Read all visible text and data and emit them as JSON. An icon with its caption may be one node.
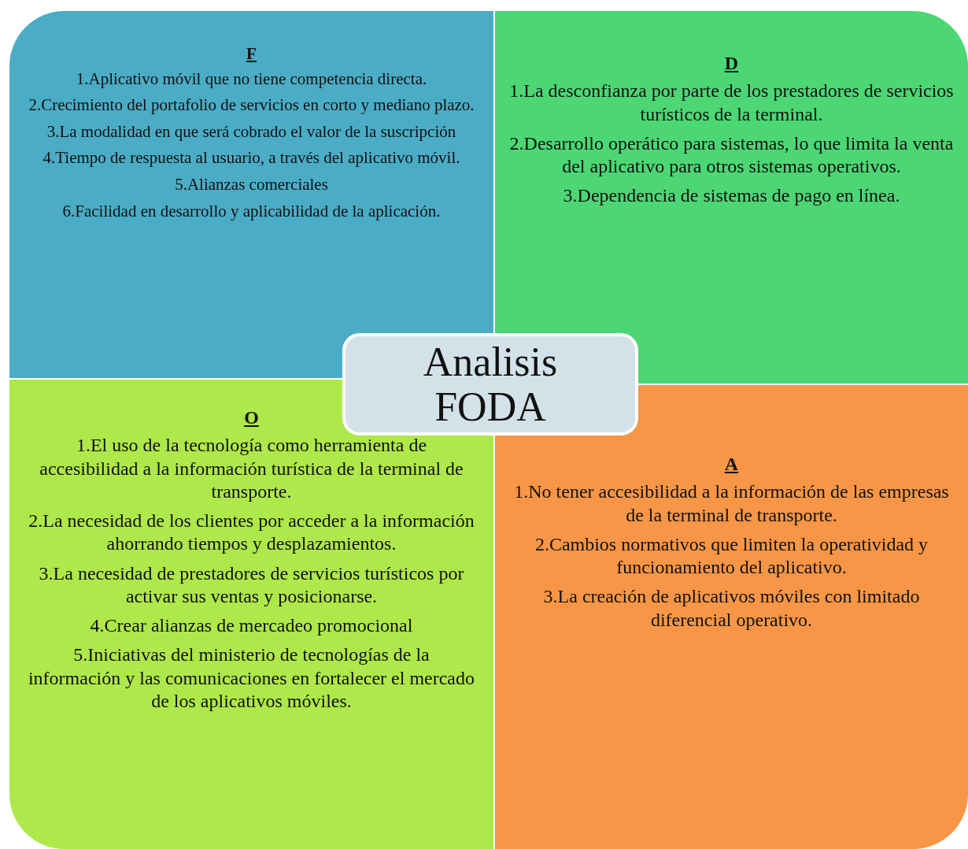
{
  "diagram": {
    "nodes": [
      {
        "text": [
          "F",
          "1.Aplicativo móvil que no tiene competencia directa.",
          "2.Crecimiento del portafolio de servicios en corto y mediano plazo.",
          "3.La modalidad en que será cobrado el valor de la suscripción",
          "4.Tiempo de respuesta al usuario, a través del aplicativo móvil.",
          "5.Alianzas comerciales",
          "6.Facilidad en desarrollo y aplicabilidad de la aplicación."
        ]
      },
      {
        "text": [
          "D",
          "1.La desconfianza por parte de los prestadores de servicios turísticos de la terminal.",
          "2.Desarrollo operático para sistemas, lo que limita la venta del aplicativo para otros sistemas operativos.",
          "3.Dependencia de sistemas de pago en línea."
        ]
      },
      {
        "text": [
          "Analisis FODA"
        ]
      },
      {
        "text": [
          "O",
          "1.El uso de la tecnología como herramienta de accesibilidad a la información turística de la terminal de transporte.",
          "2.La necesidad de los clientes por acceder a la información ahorrando tiempos y desplazamientos.",
          "3.La necesidad de prestadores de servicios turísticos por activar sus ventas y posicionarse.",
          "4.Crear alianzas de mercadeo promocional",
          "5.Iniciativas del ministerio de tecnologías de la información y las comunicaciones en fortalecer el mercado de los aplicativos móviles."
        ]
      },
      {
        "text": [
          "A",
          "1.No tener accesibilidad a la información de las empresas de la terminal de transporte.",
          "2.Cambios normativos que limiten la operatividad y funcionamiento del aplicativo.",
          "3.La creación de aplicativos móviles con limitado diferencial operativo."
        ]
      }
    ]
  }
}
